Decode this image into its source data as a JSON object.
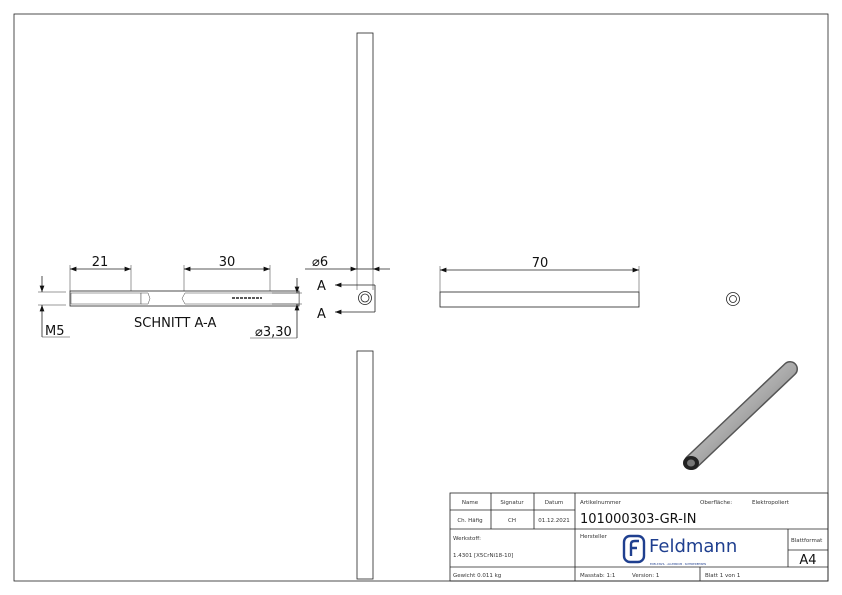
{
  "section_view": {
    "dim_thread_length": "21",
    "dim_bore_length": "30",
    "thread_label": "M5",
    "section_label": "SCHNITT A-A",
    "dim_bore_diameter": "⌀3,30"
  },
  "end_view": {
    "dim_diameter": "⌀6",
    "section_marker_top": "A",
    "section_marker_bottom": "A"
  },
  "side_view": {
    "dim_length": "70"
  },
  "title_block": {
    "name_header": "Name",
    "signature_header": "Signatur",
    "date_header": "Datum",
    "name_value": "Ch. Häfig",
    "signature_value": "CH",
    "date_value": "01.12.2021",
    "article_label": "Artikelnummer",
    "article_number": "101000303-GR-IN",
    "surface_label": "Oberfläche:",
    "surface_value": "Elektropoliert",
    "material_label": "Werkstoff:",
    "material_value": "1.4301 [X5CrNi18-10]",
    "manufacturer_label": "Hersteller",
    "logo_text": "Feldmann",
    "logo_tagline": "EDELSTAHL · ALUMINIUM · SCHMIEDEEISEN",
    "sheet_format_label": "Blattformat",
    "sheet_format_value": "A4",
    "weight": "Gewicht 0.011 kg",
    "scale": "Masstab: 1:1",
    "version": "Version: 1",
    "sheet": "Blatt 1 von 1"
  },
  "colors": {
    "logo": "#1f3f8f",
    "line": "#222222"
  }
}
